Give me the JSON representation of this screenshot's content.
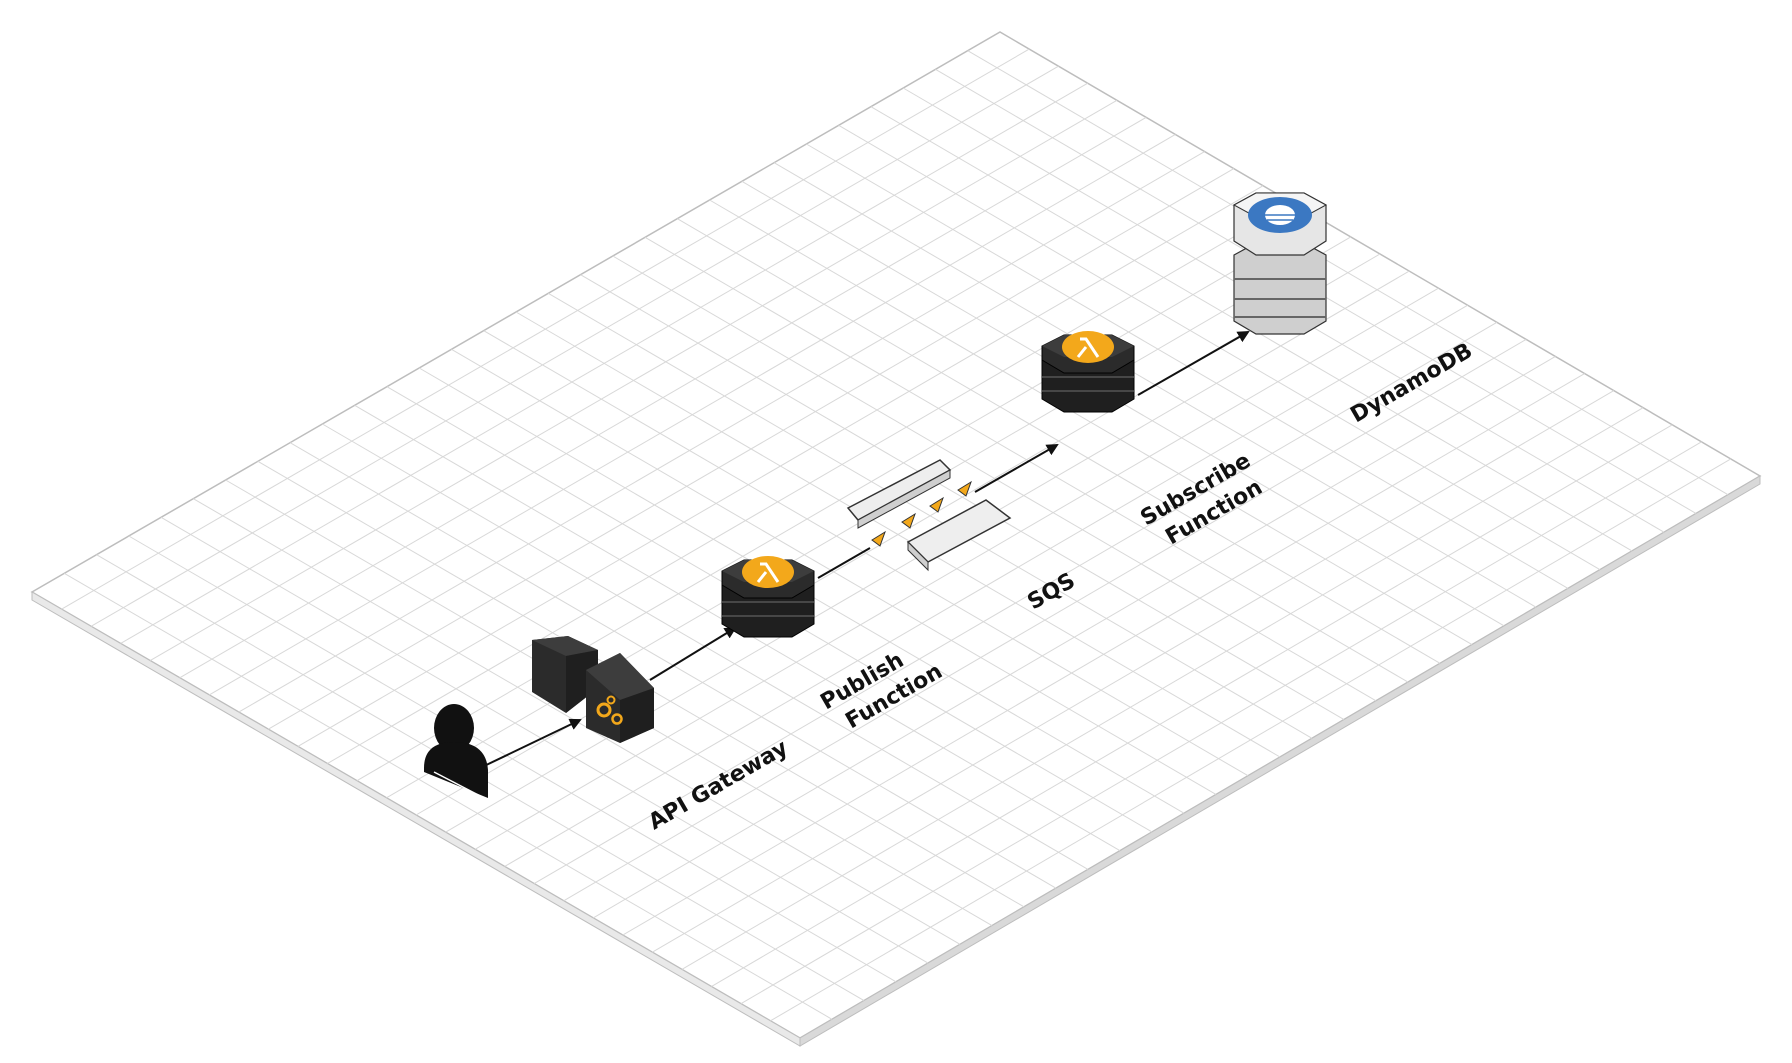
{
  "nodes": {
    "user": {
      "icon": "user-icon"
    },
    "api_gateway": {
      "label": "API Gateway",
      "icon": "api-gateway-icon"
    },
    "publish_function": {
      "label_line1": "Publish",
      "label_line2": "Function",
      "icon": "lambda-icon"
    },
    "sqs": {
      "label": "SQS",
      "icon": "sqs-queue-icon"
    },
    "subscribe_function": {
      "label_line1": "Subscribe",
      "label_line2": "Function",
      "icon": "lambda-icon"
    },
    "dynamodb": {
      "label": "DynamoDB",
      "icon": "dynamodb-icon"
    }
  },
  "edges": [
    {
      "from": "user",
      "to": "api_gateway"
    },
    {
      "from": "api_gateway",
      "to": "publish_function"
    },
    {
      "from": "publish_function",
      "to": "sqs"
    },
    {
      "from": "sqs",
      "to": "subscribe_function"
    },
    {
      "from": "subscribe_function",
      "to": "dynamodb"
    }
  ],
  "colors": {
    "grid_line": "#d8d8d8",
    "platform_edge": "#bdbdbd",
    "compute_dark": "#2b2b2b",
    "lambda_orange": "#f3a81b",
    "dynamodb_blue": "#3b78c2",
    "storage_light": "#e6e6e6"
  }
}
